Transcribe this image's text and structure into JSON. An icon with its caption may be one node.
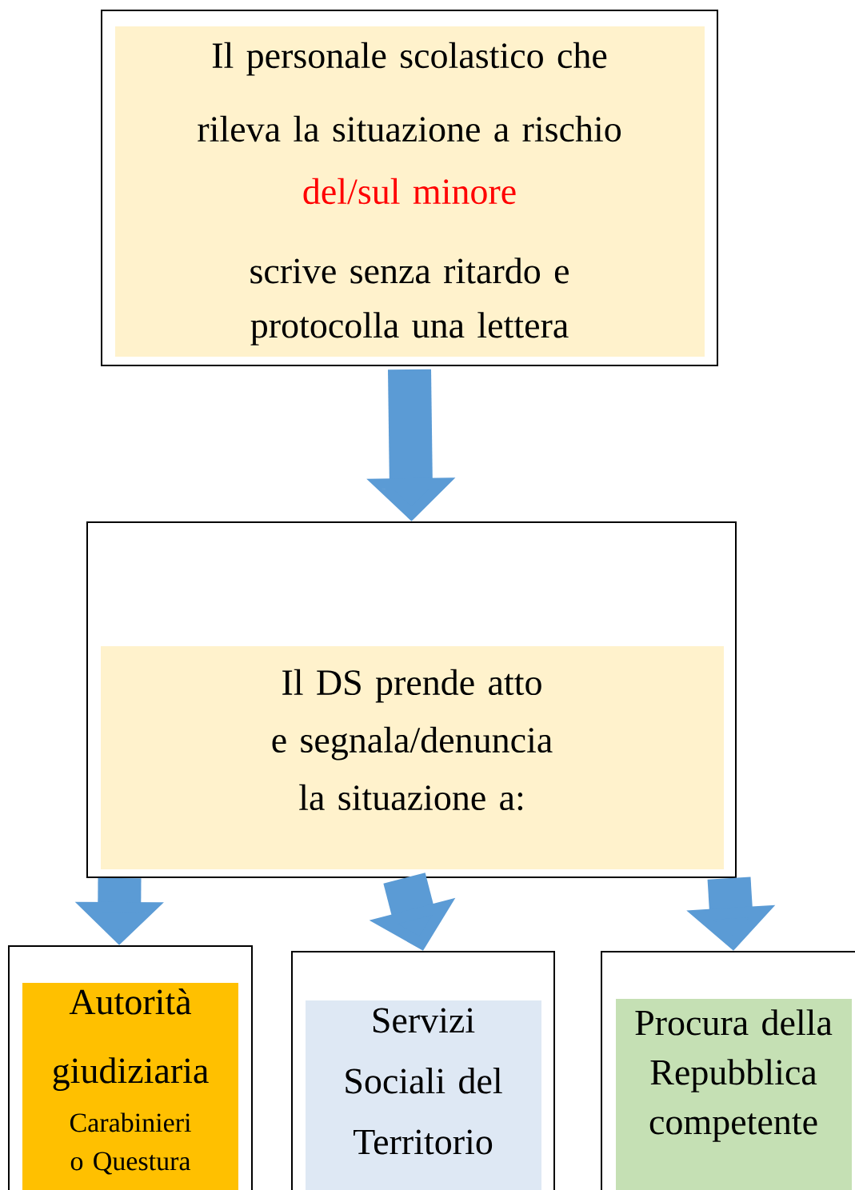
{
  "diagram": {
    "nodes": [
      {
        "text": [
          "Il personale scolastico che rileva la situazione a rischio",
          "del/sul minore",
          "scrive senza ritardo e protocolla una lettera"
        ]
      },
      {
        "text": [
          "Il DS prende atto e segnala/denuncia la situazione a:"
        ]
      },
      {
        "text": [
          "Autorità giudiziaria",
          "Carabinieri o Questura"
        ]
      },
      {
        "text": [
          "Servizi Sociali del Territorio"
        ]
      },
      {
        "text": [
          "Procura della Repubblica competente"
        ]
      }
    ],
    "edges": [
      {
        "from": 0,
        "to": 1,
        "arrow": "to"
      },
      {
        "from": 1,
        "to": 2,
        "arrow": "to"
      },
      {
        "from": 1,
        "to": 3,
        "arrow": "to"
      },
      {
        "from": 1,
        "to": 4,
        "arrow": "to"
      }
    ]
  }
}
